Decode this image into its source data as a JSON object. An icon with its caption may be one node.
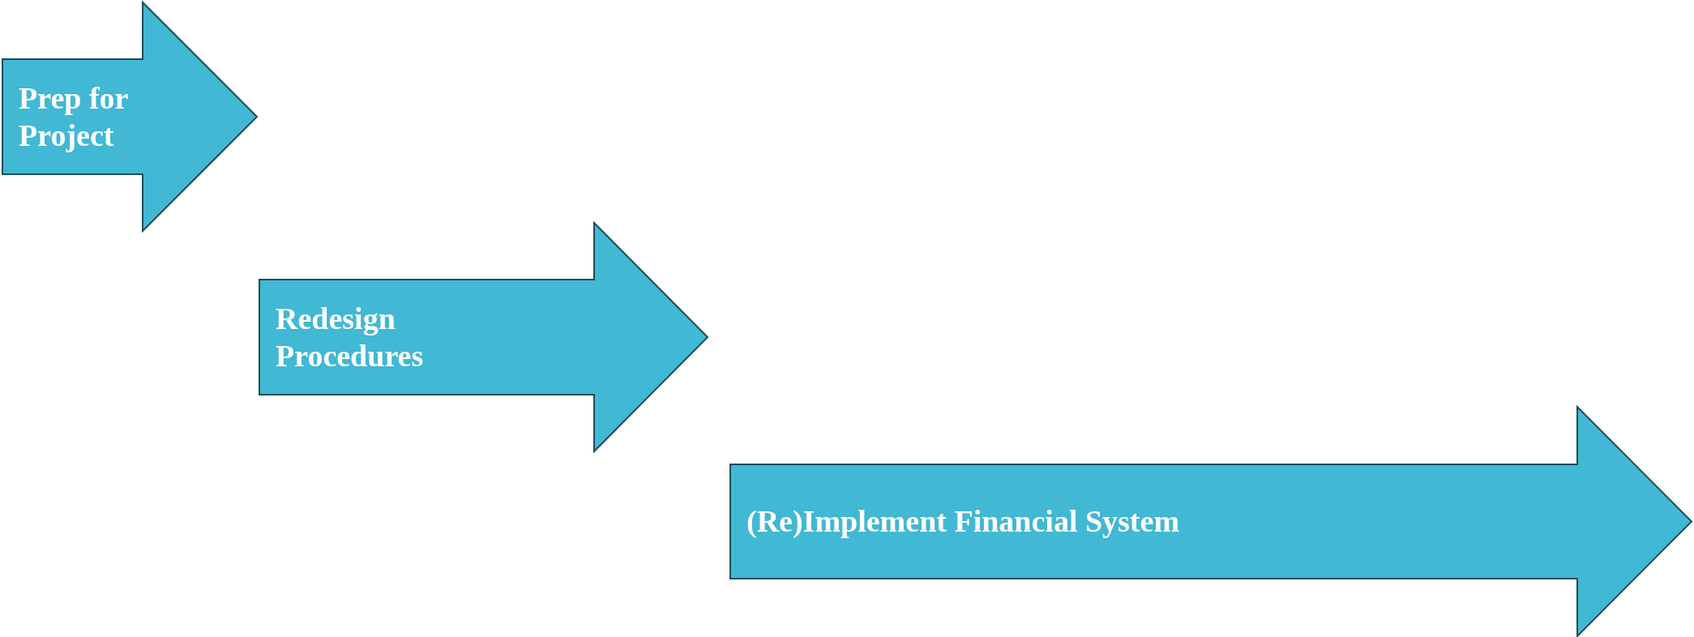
{
  "diagram": {
    "nodes": [
      {
        "text": [
          "Prep for Project"
        ]
      },
      {
        "text": [
          "Redesign Procedures"
        ]
      },
      {
        "text": [
          "(Re)Implement Financial System"
        ]
      }
    ]
  }
}
